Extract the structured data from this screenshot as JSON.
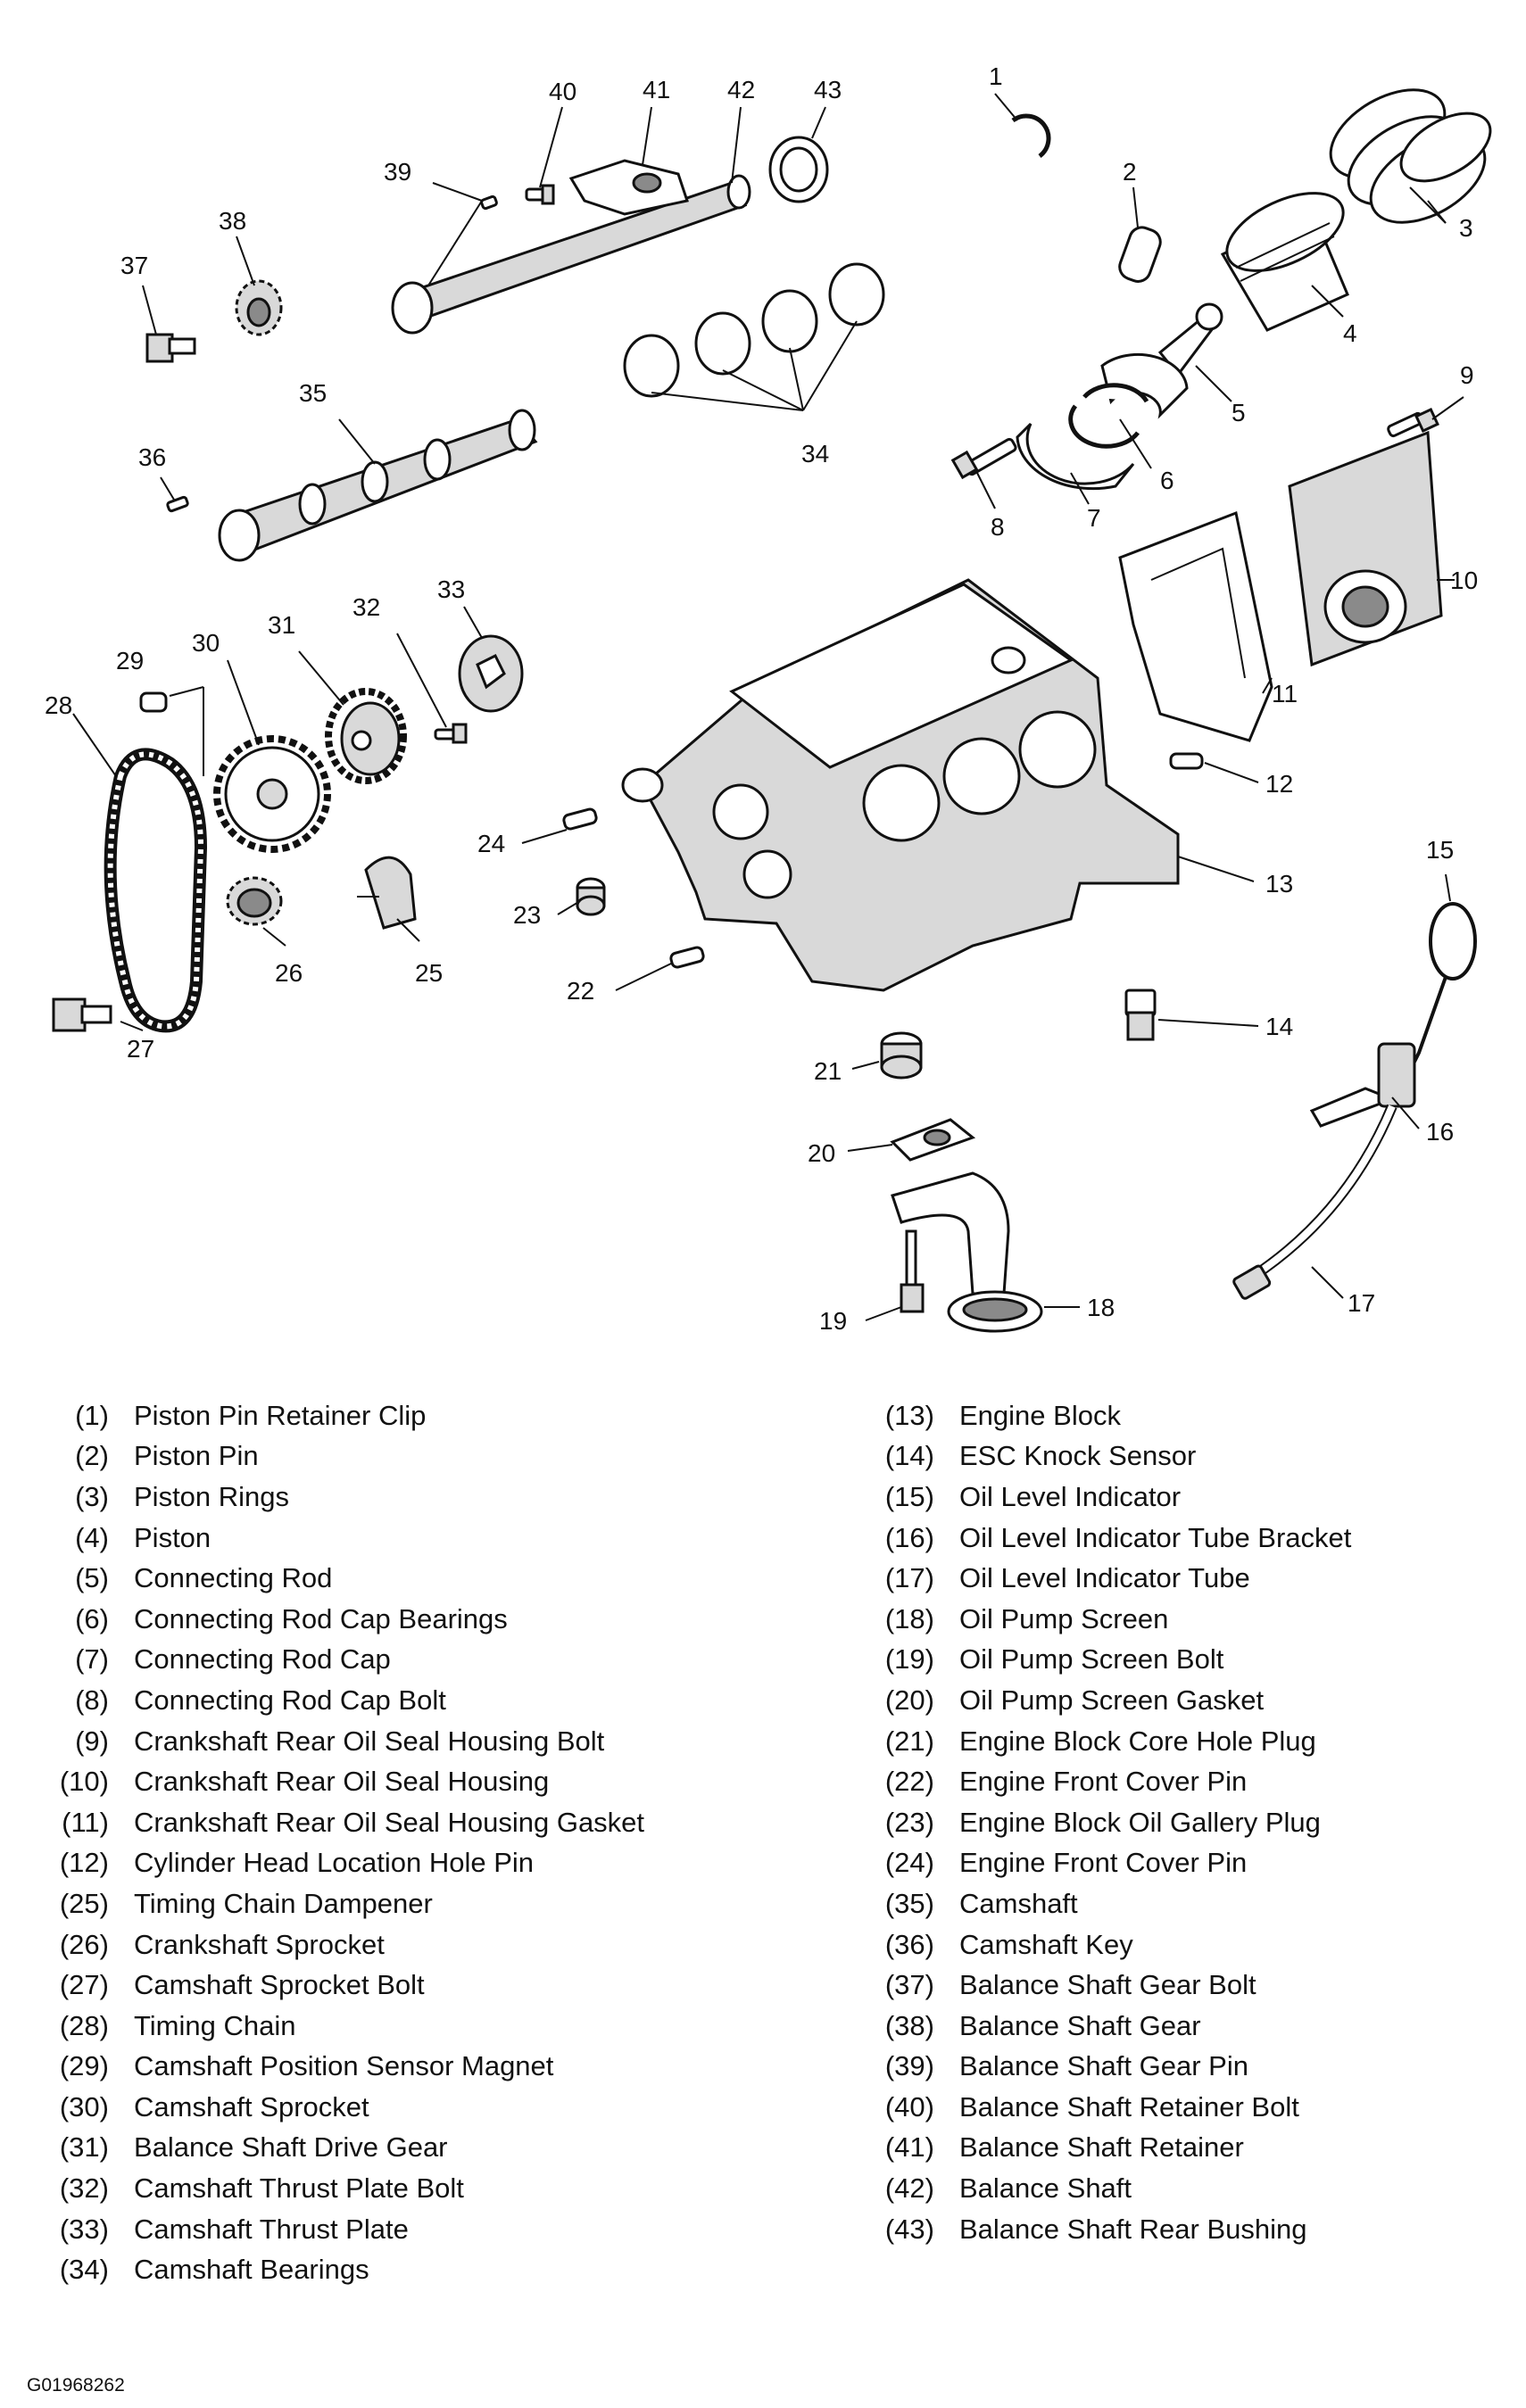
{
  "figure_code": "G01968262",
  "callouts": [
    "1",
    "2",
    "3",
    "4",
    "5",
    "6",
    "7",
    "8",
    "9",
    "10",
    "11",
    "12",
    "13",
    "14",
    "15",
    "16",
    "17",
    "18",
    "19",
    "20",
    "21",
    "22",
    "23",
    "24",
    "25",
    "26",
    "27",
    "28",
    "29",
    "30",
    "31",
    "32",
    "33",
    "34",
    "35",
    "36",
    "37",
    "38",
    "39",
    "40",
    "41",
    "42",
    "43"
  ],
  "legend_left": [
    {
      "num": "(1)",
      "name": "Piston Pin Retainer Clip"
    },
    {
      "num": "(2)",
      "name": "Piston Pin"
    },
    {
      "num": "(3)",
      "name": "Piston Rings"
    },
    {
      "num": "(4)",
      "name": "Piston"
    },
    {
      "num": "(5)",
      "name": "Connecting Rod"
    },
    {
      "num": "(6)",
      "name": "Connecting Rod Cap Bearings"
    },
    {
      "num": "(7)",
      "name": "Connecting Rod Cap"
    },
    {
      "num": "(8)",
      "name": "Connecting Rod Cap Bolt"
    },
    {
      "num": "(9)",
      "name": "Crankshaft Rear Oil Seal Housing Bolt"
    },
    {
      "num": "(10)",
      "name": "Crankshaft Rear Oil Seal Housing"
    },
    {
      "num": "(11)",
      "name": "Crankshaft Rear Oil Seal Housing Gasket"
    },
    {
      "num": "(12)",
      "name": "Cylinder Head Location Hole Pin"
    },
    {
      "num": "(25)",
      "name": "Timing Chain Dampener"
    },
    {
      "num": "(26)",
      "name": "Crankshaft Sprocket"
    },
    {
      "num": "(27)",
      "name": "Camshaft Sprocket Bolt"
    },
    {
      "num": "(28)",
      "name": "Timing Chain"
    },
    {
      "num": "(29)",
      "name": "Camshaft Position Sensor Magnet"
    },
    {
      "num": "(30)",
      "name": "Camshaft Sprocket"
    },
    {
      "num": "(31)",
      "name": "Balance Shaft Drive Gear"
    },
    {
      "num": "(32)",
      "name": "Camshaft Thrust Plate Bolt"
    },
    {
      "num": "(33)",
      "name": "Camshaft Thrust Plate"
    },
    {
      "num": "(34)",
      "name": "Camshaft Bearings"
    }
  ],
  "legend_right": [
    {
      "num": "(13)",
      "name": "Engine Block"
    },
    {
      "num": "(14)",
      "name": "ESC Knock Sensor"
    },
    {
      "num": "(15)",
      "name": "Oil Level Indicator"
    },
    {
      "num": "(16)",
      "name": "Oil Level Indicator Tube Bracket"
    },
    {
      "num": "(17)",
      "name": "Oil Level Indicator Tube"
    },
    {
      "num": "(18)",
      "name": "Oil Pump Screen"
    },
    {
      "num": "(19)",
      "name": "Oil Pump Screen Bolt"
    },
    {
      "num": "(20)",
      "name": "Oil Pump Screen Gasket"
    },
    {
      "num": "(21)",
      "name": "Engine Block Core Hole Plug"
    },
    {
      "num": "(22)",
      "name": "Engine Front Cover Pin"
    },
    {
      "num": "(23)",
      "name": "Engine Block Oil Gallery Plug"
    },
    {
      "num": "(24)",
      "name": "Engine Front Cover Pin"
    },
    {
      "num": "(35)",
      "name": "Camshaft"
    },
    {
      "num": "(36)",
      "name": "Camshaft Key"
    },
    {
      "num": "(37)",
      "name": "Balance Shaft Gear Bolt"
    },
    {
      "num": "(38)",
      "name": "Balance Shaft Gear"
    },
    {
      "num": "(39)",
      "name": "Balance Shaft Gear Pin"
    },
    {
      "num": "(40)",
      "name": "Balance Shaft Retainer Bolt"
    },
    {
      "num": "(41)",
      "name": "Balance Shaft Retainer"
    },
    {
      "num": "(42)",
      "name": "Balance Shaft"
    },
    {
      "num": "(43)",
      "name": "Balance Shaft Rear Bushing"
    }
  ]
}
